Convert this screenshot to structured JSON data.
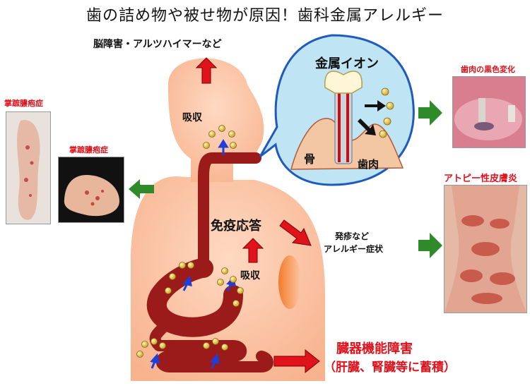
{
  "title": "歯の詰め物や被せ物が原因！歯科金属アレルギー",
  "labels": {
    "brain": "脳障害・アルツハイマーなど",
    "absorb_top": "吸収",
    "absorb_mid": "吸収",
    "immune": "免疫応答",
    "metal_ion": "金属イオン",
    "bone": "骨",
    "gum": "歯肉",
    "palm_left": "掌蹠膿疱症",
    "palm_right": "掌蹠膿疱症",
    "gum_black": "歯肉の黒色変化",
    "atopic": "アトピー性皮膚炎",
    "rash_line1": "発疹など",
    "rash_line2": "アレルギー症状",
    "organ_line1": "臓器機能障害",
    "organ_line2": "（肝臓、腎臓等に蓄積）"
  },
  "colors": {
    "body": "#fbc7a6",
    "gut": "#9b1a1a",
    "arrow_red": "#e0121b",
    "arrow_green": "#2f8a2a",
    "arrow_blue": "#1f3fd6",
    "ion": "#d7b340",
    "bubble": "#bfe4f4"
  },
  "icons": [
    "tooth-crown-icon",
    "metal-post-icon"
  ]
}
